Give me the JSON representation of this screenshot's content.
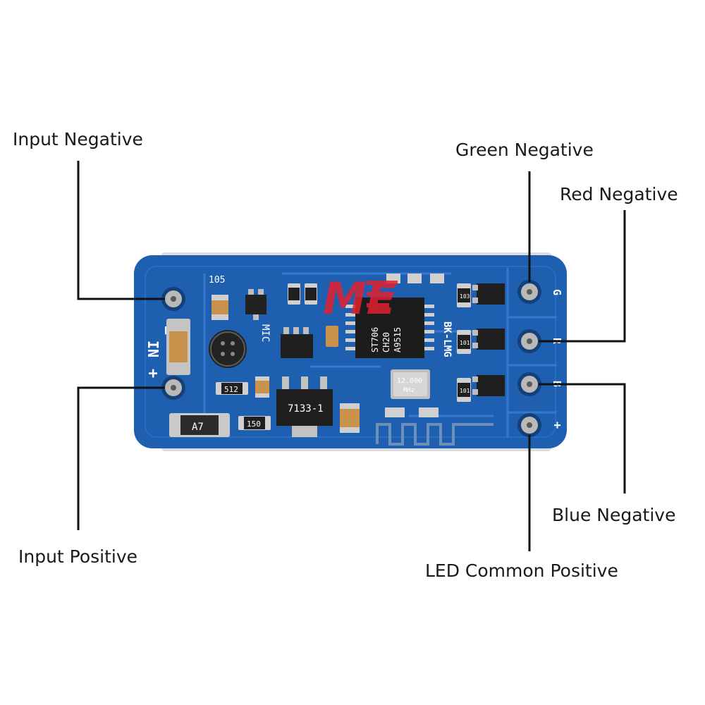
{
  "colors": {
    "pcb": "#1f5fb0",
    "pcb_dark": "#16498a",
    "pad": "#b9b9b9",
    "leader": "#111111",
    "text": "#1a1a1a",
    "logo": "#e2212f"
  },
  "callouts": {
    "input_negative": "Input Negative",
    "input_positive": "Input Positive",
    "green_negative": "Green Negative",
    "red_negative": "Red Negative",
    "blue_negative": "Blue Negative",
    "led_common_positive": "LED Common Positive"
  },
  "board": {
    "pad_g": "G",
    "pad_r": "R",
    "pad_b": "B",
    "pad_plus": "+",
    "input_minus": "−",
    "input_in": "IN",
    "input_plus": "+",
    "model": "BK-LMG",
    "crystal": "12.000",
    "crystal_unit": "MHz",
    "chip_1": "ST706",
    "chip_2": "CH20",
    "chip_3": "A9515",
    "res_103": "103",
    "res_101": "101",
    "res_105": "105",
    "res_512": "512",
    "res_150": "150",
    "reg": "7133-1",
    "diode": "A7",
    "mic": "MIC"
  },
  "logo": {
    "mark": "ME"
  },
  "icons": {
    "microphone": "microphone-icon",
    "crystal": "crystal-oscillator-icon",
    "chip": "ic-chip-icon"
  }
}
